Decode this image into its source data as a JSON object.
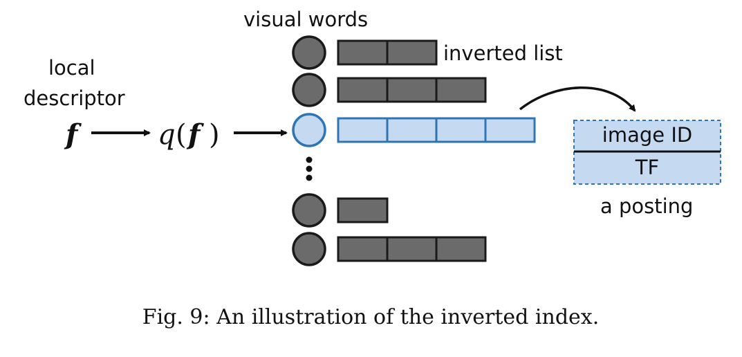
{
  "diagram": {
    "visual_words_label": "visual words",
    "inverted_list_label": "inverted list",
    "local_descriptor_label": [
      "local",
      "descriptor"
    ],
    "math_f": "f",
    "math_q": "q",
    "math_open": "(",
    "math_close": ")",
    "posting": {
      "field_1": "image ID",
      "field_2": "TF",
      "label": "a posting"
    },
    "lists": [
      {
        "kind": "normal",
        "cells": 2
      },
      {
        "kind": "normal",
        "cells": 3
      },
      {
        "kind": "highlighted",
        "cells": 4
      },
      {
        "kind": "ellipsis",
        "cells": 0
      },
      {
        "kind": "normal",
        "cells": 1
      },
      {
        "kind": "normal",
        "cells": 3
      }
    ],
    "colors": {
      "node_fill": "#6b6b6b",
      "node_stroke": "#1a1a1a",
      "cell_fill": "#6b6b6b",
      "highlight_fill": "#c5d9f1",
      "highlight_stroke": "#2e75b6",
      "posting_fill": "#c5d9f1",
      "posting_border": "#2e75b6",
      "ink": "#111111"
    }
  },
  "caption": "Fig. 9: An illustration of the inverted index."
}
